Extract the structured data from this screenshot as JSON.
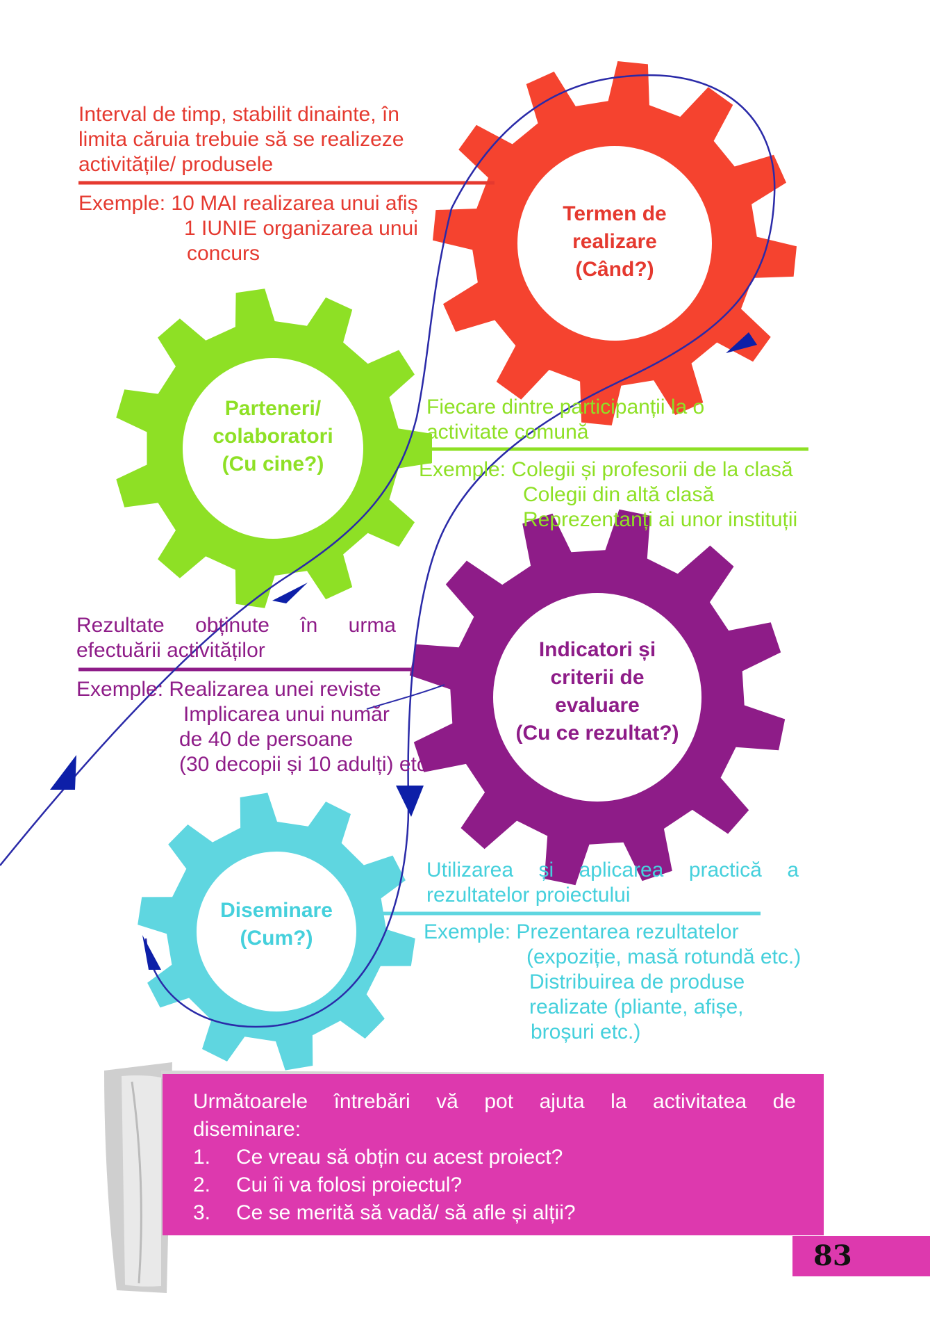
{
  "colors": {
    "red": "#f5432f",
    "green": "#8ee025",
    "purple": "#8e1c88",
    "cyan": "#5fd6e0",
    "flow_line": "#2a2aa8",
    "arrow": "#0d1fa8",
    "note_bg": "#dd39ae"
  },
  "gears": {
    "termen": {
      "label": [
        "Termen de",
        "realizare",
        "(Când?)"
      ]
    },
    "parteneri": {
      "label": [
        "Parteneri/",
        "colaboratori",
        "(Cu cine?)"
      ]
    },
    "indicatori": {
      "label": [
        "Indicatori și",
        "criterii de",
        "evaluare",
        "(Cu ce rezultat?)"
      ]
    },
    "diseminare": {
      "label": [
        "Diseminare",
        "(Cum?)"
      ]
    }
  },
  "descriptions": {
    "termen": {
      "definition": [
        "Interval de timp, stabilit dinainte, în",
        "limita căruia trebuie să se realizeze",
        "activitățile/ produsele"
      ],
      "examples_prefix": "Exemple:",
      "examples": [
        "10 MAI realizarea unui afiș",
        "1 IUNIE organizarea unui",
        "concurs"
      ]
    },
    "parteneri": {
      "definition": [
        "Fiecare dintre participanții la o",
        "activitate comună"
      ],
      "examples_prefix": "Exemple:",
      "examples": [
        "Colegii și profesorii de la clasă",
        "Colegii din altă clasă",
        "Reprezentanți ai unor instituții"
      ]
    },
    "indicatori": {
      "definition": [
        "Rezultate obținute în urma",
        "efectuării activităților"
      ],
      "examples_prefix": "Exemple:",
      "examples": [
        "Realizarea unei reviste",
        "Implicarea unui număr",
        "de 40 de persoane",
        "(30 decopii și 10 adulți) etc."
      ]
    },
    "diseminare": {
      "definition": [
        "Utilizarea și aplicarea practică a",
        "rezultatelor proiectului"
      ],
      "examples_prefix": "Exemple:",
      "examples": [
        "Prezentarea rezultatelor",
        "(expoziție, masă rotundă etc.)",
        "Distribuirea de produse",
        "realizate (pliante, afișe,",
        "broșuri etc.)"
      ]
    }
  },
  "note": {
    "intro_line1": "Următoarele întrebări vă pot ajuta la  activitatea de",
    "intro_line2": "diseminare:",
    "questions": [
      {
        "num": "1.",
        "text": "Ce vreau să obțin  cu acest proiect?"
      },
      {
        "num": "2.",
        "text": "Cui îi va folosi proiectul?"
      },
      {
        "num": "3.",
        "text": "Ce se merită să vadă/ să afle și alții?"
      }
    ]
  },
  "page_number": "83"
}
